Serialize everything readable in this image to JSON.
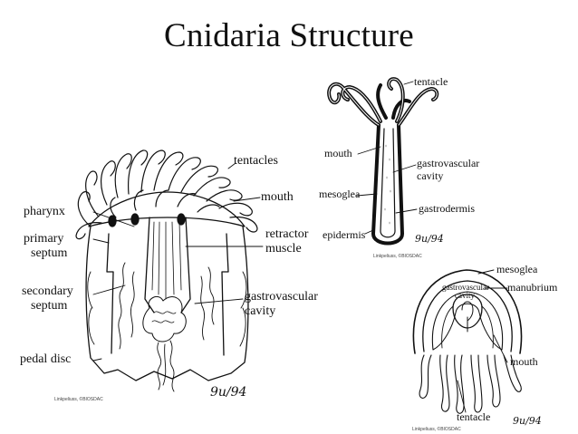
{
  "title": "Cnidaria Structure",
  "anemone": {
    "labels": {
      "tentacles": "tentacles",
      "mouth": "mouth",
      "pharynx": "pharynx",
      "retractor": "retractor",
      "muscle": "muscle",
      "primary_1": "primary",
      "primary_2": "septum",
      "secondary_1": "secondary",
      "secondary_2": "septum",
      "gastro_1": "gastrovascular",
      "gastro_2": "cavity",
      "pedal_disc": "pedal disc"
    },
    "signature": "9u/94",
    "credit": "Linkpeliuss, ©BIOSDAC"
  },
  "hydra": {
    "labels": {
      "tentacle": "tentacle",
      "mouth": "mouth",
      "gastro_1": "gastrovascular",
      "gastro_2": "cavity",
      "mesoglea": "mesoglea",
      "gastrodermis": "gastrodermis",
      "epidermis": "epidermis"
    },
    "signature": "9u/94",
    "credit": "Linkpeliuss, ©BIOSDAC"
  },
  "medusa": {
    "labels": {
      "mesoglea": "mesoglea",
      "gastro_1": "gastrovascular",
      "gastro_2": "cavity",
      "manubrium": "manubrium",
      "mouth": "mouth",
      "tentacle": "tentacle"
    },
    "signature": "9u/94",
    "credit": "Linkpeliuss, ©BIOSDAC"
  }
}
